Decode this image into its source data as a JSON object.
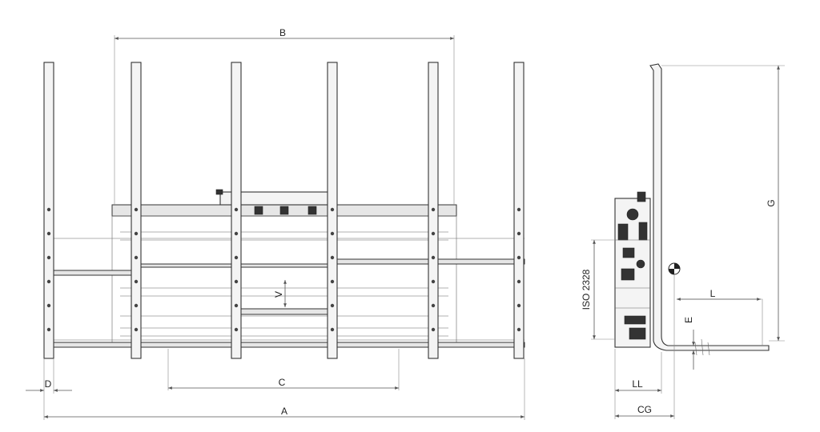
{
  "labels": {
    "A": "A",
    "B": "B",
    "C": "C",
    "D": "D",
    "V": "V",
    "G": "G",
    "L": "L",
    "E": "E",
    "LL": "LL",
    "CG": "CG",
    "iso": "ISO 2328"
  },
  "colors": {
    "line": "#333333",
    "dimension": "#555555",
    "background": "#ffffff"
  }
}
